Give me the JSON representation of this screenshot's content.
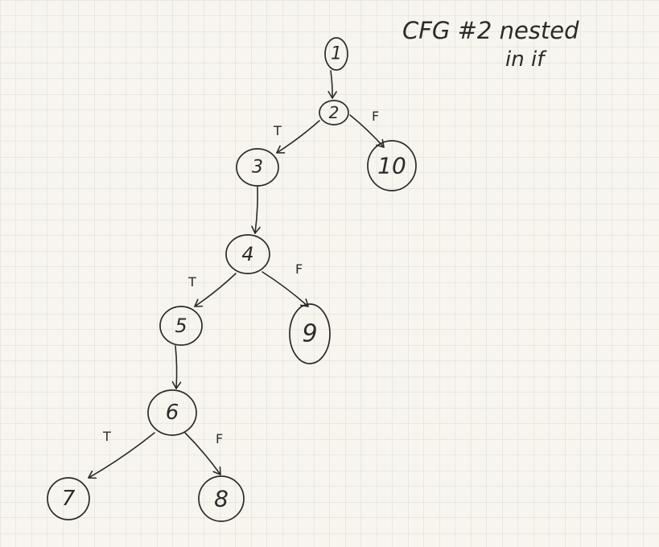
{
  "note": {
    "line1": "CFG #2 nested",
    "line2": "in if"
  },
  "colors": {
    "paper": "#f7f5ee",
    "grid": "#d9dcd8",
    "ink": "#2b2b2b"
  },
  "nodes": [
    {
      "id": "1",
      "label": "1"
    },
    {
      "id": "2",
      "label": "2"
    },
    {
      "id": "3",
      "label": "3"
    },
    {
      "id": "4",
      "label": "4"
    },
    {
      "id": "5",
      "label": "5"
    },
    {
      "id": "6",
      "label": "6"
    },
    {
      "id": "7",
      "label": "7"
    },
    {
      "id": "8",
      "label": "8"
    },
    {
      "id": "9",
      "label": "9"
    },
    {
      "id": "10",
      "label": "10"
    }
  ],
  "edges": [
    {
      "from": "1",
      "to": "2",
      "label": ""
    },
    {
      "from": "2",
      "to": "3",
      "label": "T"
    },
    {
      "from": "2",
      "to": "10",
      "label": "F"
    },
    {
      "from": "3",
      "to": "4",
      "label": ""
    },
    {
      "from": "4",
      "to": "5",
      "label": "T"
    },
    {
      "from": "4",
      "to": "9",
      "label": "F"
    },
    {
      "from": "5",
      "to": "6",
      "label": ""
    },
    {
      "from": "6",
      "to": "7",
      "label": "T"
    },
    {
      "from": "6",
      "to": "8",
      "label": "F"
    }
  ]
}
